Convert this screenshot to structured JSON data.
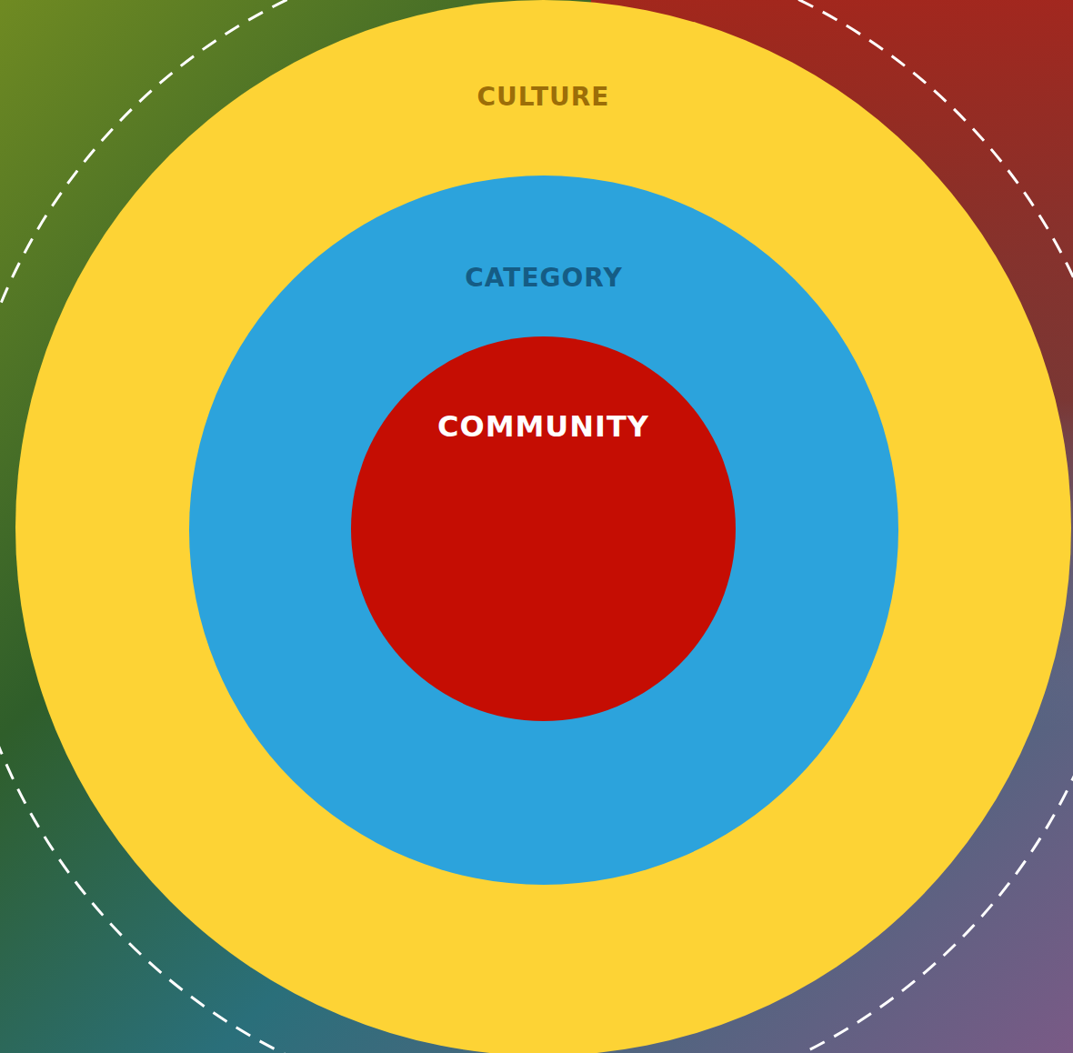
{
  "diagram": {
    "nodes": [
      {
        "text": [
          "CULTURE"
        ]
      },
      {
        "text": [
          "CATEGORY"
        ],
        "in": 0
      },
      {
        "text": [
          "COMMUNITY"
        ],
        "in": 1
      }
    ]
  }
}
